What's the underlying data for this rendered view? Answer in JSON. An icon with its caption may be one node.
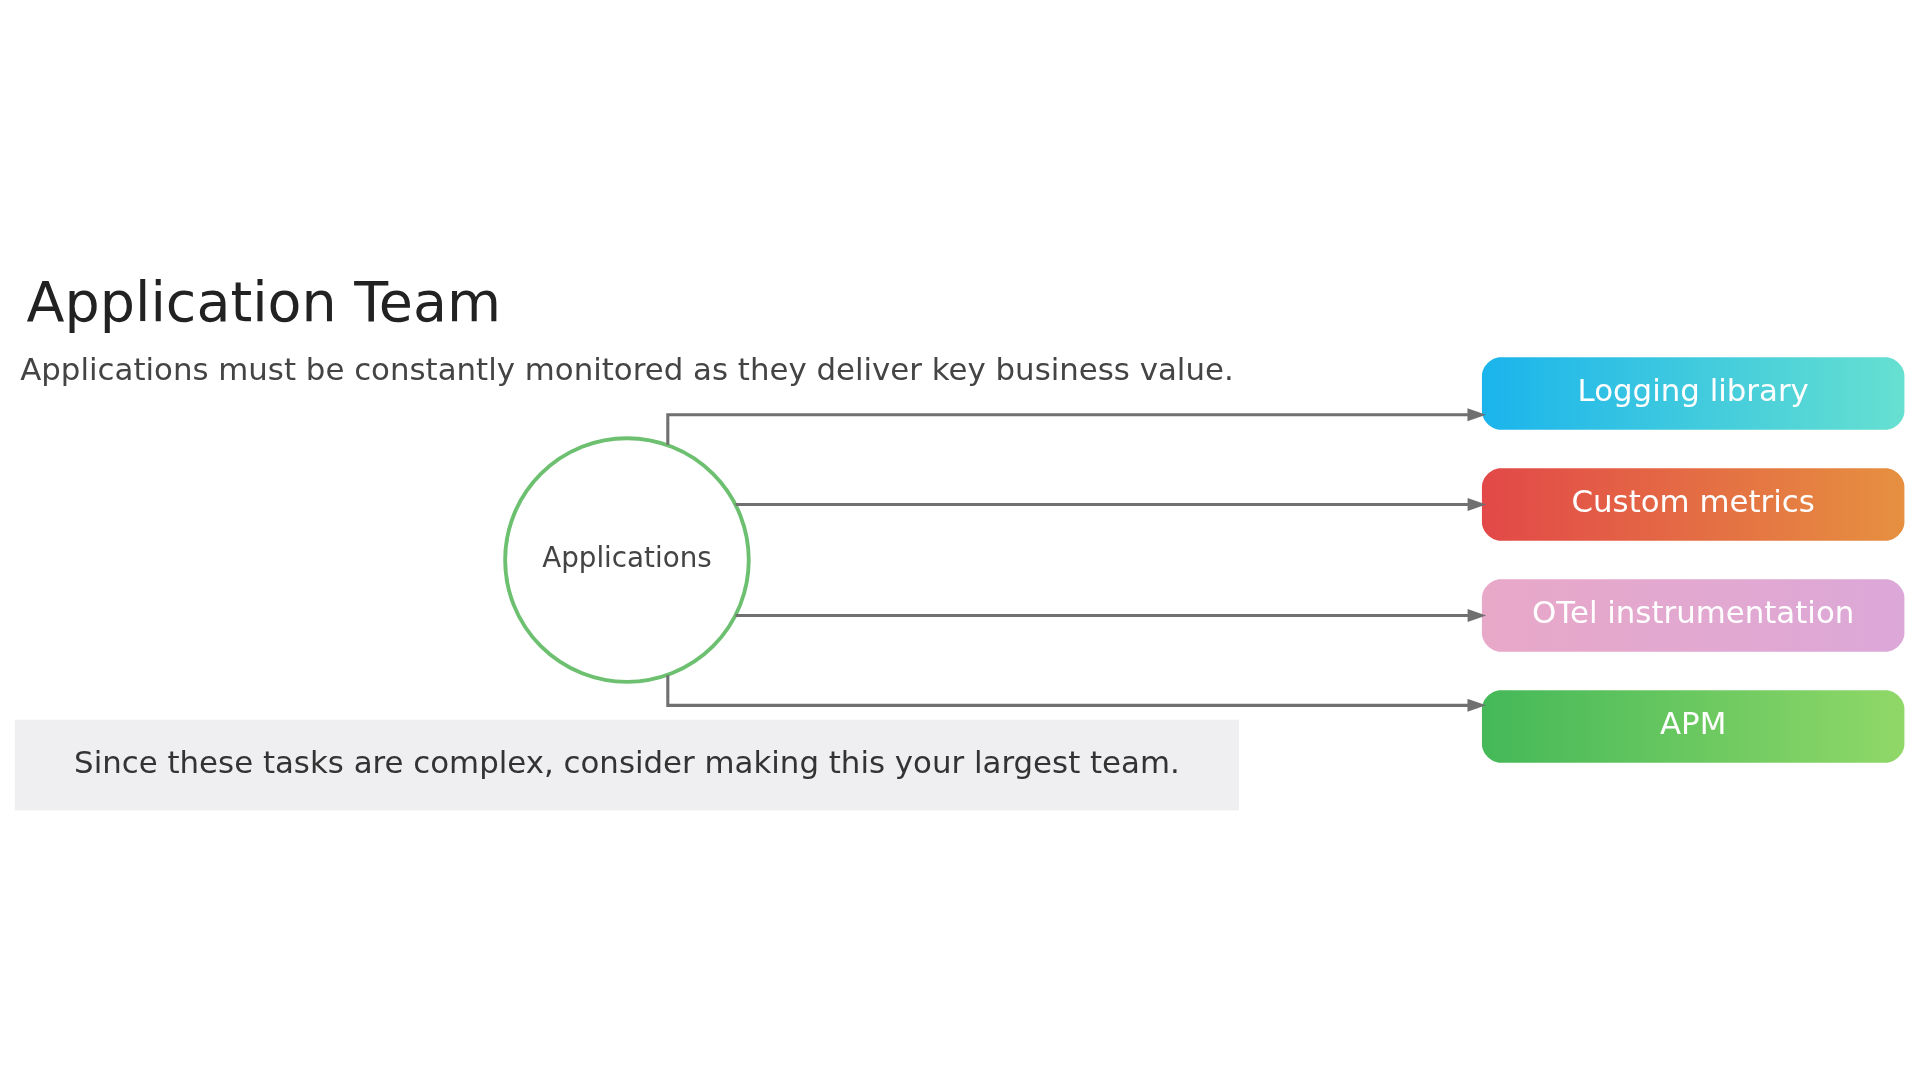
{
  "diagram": {
    "title": "Application Team",
    "nodes": [
      {
        "text": [
          "Applications"
        ]
      },
      {
        "text": [
          "Logging library"
        ]
      },
      {
        "text": [
          "Custom metrics"
        ]
      },
      {
        "text": [
          "OTel instrumentation"
        ]
      },
      {
        "text": [
          "APM"
        ]
      },
      {
        "text": [
          "Since these tasks are complex, consider making this your largest team."
        ]
      }
    ],
    "edges": [
      {
        "from": 0,
        "to": 1,
        "arrow": "to"
      },
      {
        "from": 0,
        "to": 2,
        "arrow": "to"
      },
      {
        "from": 0,
        "to": 3,
        "arrow": "to"
      },
      {
        "from": 0,
        "to": 4,
        "arrow": "to"
      }
    ],
    "labels": [
      "Applications must be constantly monitored as they deliver key business value."
    ]
  }
}
